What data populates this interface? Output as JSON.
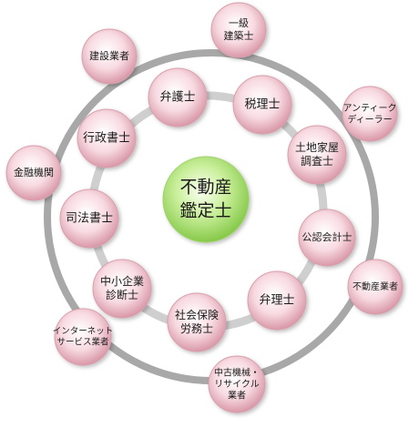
{
  "center": {
    "line1": "不動産",
    "line2": "鑑定士"
  },
  "inner_nodes": [
    {
      "key": "bengoshi",
      "lines": [
        "弁護士"
      ]
    },
    {
      "key": "zeirishi",
      "lines": [
        "税理士"
      ]
    },
    {
      "key": "tochikaoku",
      "lines": [
        "土地家屋",
        "調査士"
      ]
    },
    {
      "key": "kaikeishi",
      "lines": [
        "公認会計士"
      ]
    },
    {
      "key": "benrishi",
      "lines": [
        "弁理士"
      ]
    },
    {
      "key": "sharoshi",
      "lines": [
        "社会保険",
        "労務士"
      ]
    },
    {
      "key": "shindanshi",
      "lines": [
        "中小企業",
        "診断士"
      ]
    },
    {
      "key": "shihoshoshi",
      "lines": [
        "司法書士"
      ]
    },
    {
      "key": "gyoseishoshi",
      "lines": [
        "行政書士"
      ]
    }
  ],
  "outer_nodes": [
    {
      "key": "kenchikushi",
      "lines": [
        "一級",
        "建築士"
      ]
    },
    {
      "key": "antique",
      "lines": [
        "アンティーク",
        "ディーラー"
      ]
    },
    {
      "key": "fudosangyo",
      "lines": [
        "不動産業者"
      ]
    },
    {
      "key": "chuko",
      "lines": [
        "中古機械・",
        "リサイクル",
        "業者"
      ]
    },
    {
      "key": "internet",
      "lines": [
        "インターネット",
        "サービス業者"
      ]
    },
    {
      "key": "kinyu",
      "lines": [
        "金融機関"
      ]
    },
    {
      "key": "kensetsu",
      "lines": [
        "建設業者"
      ]
    }
  ],
  "colors": {
    "ring": "#a8a8a8",
    "inner_ring": "#cfcfcf",
    "node_pink": "#f3c6d0",
    "center_green": "#a9e06a"
  }
}
